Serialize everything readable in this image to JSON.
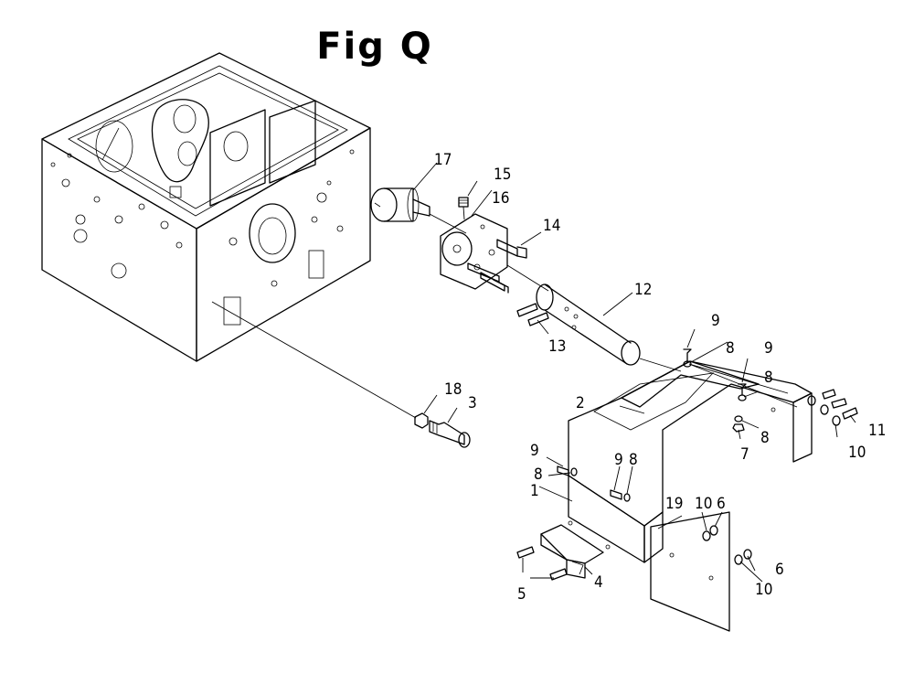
{
  "figure": {
    "title": "Fig Q"
  },
  "parts": [
    {
      "id": "1",
      "label": "1"
    },
    {
      "id": "2",
      "label": "2"
    },
    {
      "id": "3",
      "label": "3"
    },
    {
      "id": "4",
      "label": "4"
    },
    {
      "id": "5",
      "label": "5"
    },
    {
      "id": "6a",
      "label": "6"
    },
    {
      "id": "6b",
      "label": "6"
    },
    {
      "id": "7",
      "label": "7"
    },
    {
      "id": "8a",
      "label": "8"
    },
    {
      "id": "8b",
      "label": "8"
    },
    {
      "id": "8c",
      "label": "8"
    },
    {
      "id": "8d",
      "label": "8"
    },
    {
      "id": "8e",
      "label": "8"
    },
    {
      "id": "9a",
      "label": "9"
    },
    {
      "id": "9b",
      "label": "9"
    },
    {
      "id": "9c",
      "label": "9"
    },
    {
      "id": "9d",
      "label": "9"
    },
    {
      "id": "10a",
      "label": "10"
    },
    {
      "id": "10b",
      "label": "10"
    },
    {
      "id": "10c",
      "label": "10"
    },
    {
      "id": "11",
      "label": "11"
    },
    {
      "id": "12",
      "label": "12"
    },
    {
      "id": "13",
      "label": "13"
    },
    {
      "id": "14",
      "label": "14"
    },
    {
      "id": "15",
      "label": "15"
    },
    {
      "id": "16",
      "label": "16"
    },
    {
      "id": "17",
      "label": "17"
    },
    {
      "id": "18",
      "label": "18"
    },
    {
      "id": "19",
      "label": "19"
    }
  ]
}
